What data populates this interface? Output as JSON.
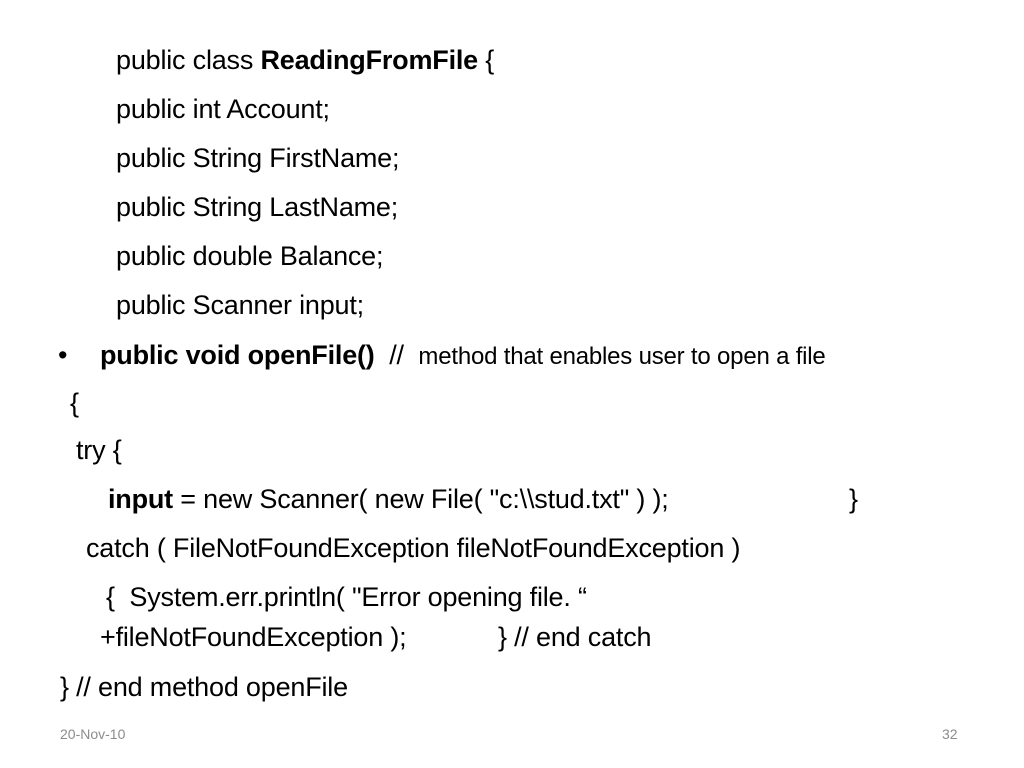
{
  "code": {
    "class_prefix": "public class ",
    "class_name": "ReadingFromFile",
    "class_suffix": " {",
    "field_account": "public int Account;",
    "field_firstname": "public String FirstName;",
    "field_lastname": "public String LastName;",
    "field_balance": "public double Balance;",
    "field_input": "public Scanner input;",
    "bullet": "•",
    "method_sig": "public void openFile()",
    "method_comment_slashes": "//",
    "method_comment_text": "method that enables user to open a file",
    "open_brace": "{",
    "try_line": "try {",
    "input_kw": "input",
    "input_rest": " = new Scanner( new File( \"c:\\\\stud.txt\" ) );",
    "try_close": "}",
    "catch_line": "catch ( FileNotFoundException fileNotFoundException )",
    "catch_body_1": "{  System.err.println( \"Error opening file. “",
    "catch_body_2": "+fileNotFoundException );",
    "catch_end": "} // end catch",
    "method_end": "} // end method openFile"
  },
  "footer": {
    "date": "20-Nov-10",
    "page_number": "32"
  }
}
